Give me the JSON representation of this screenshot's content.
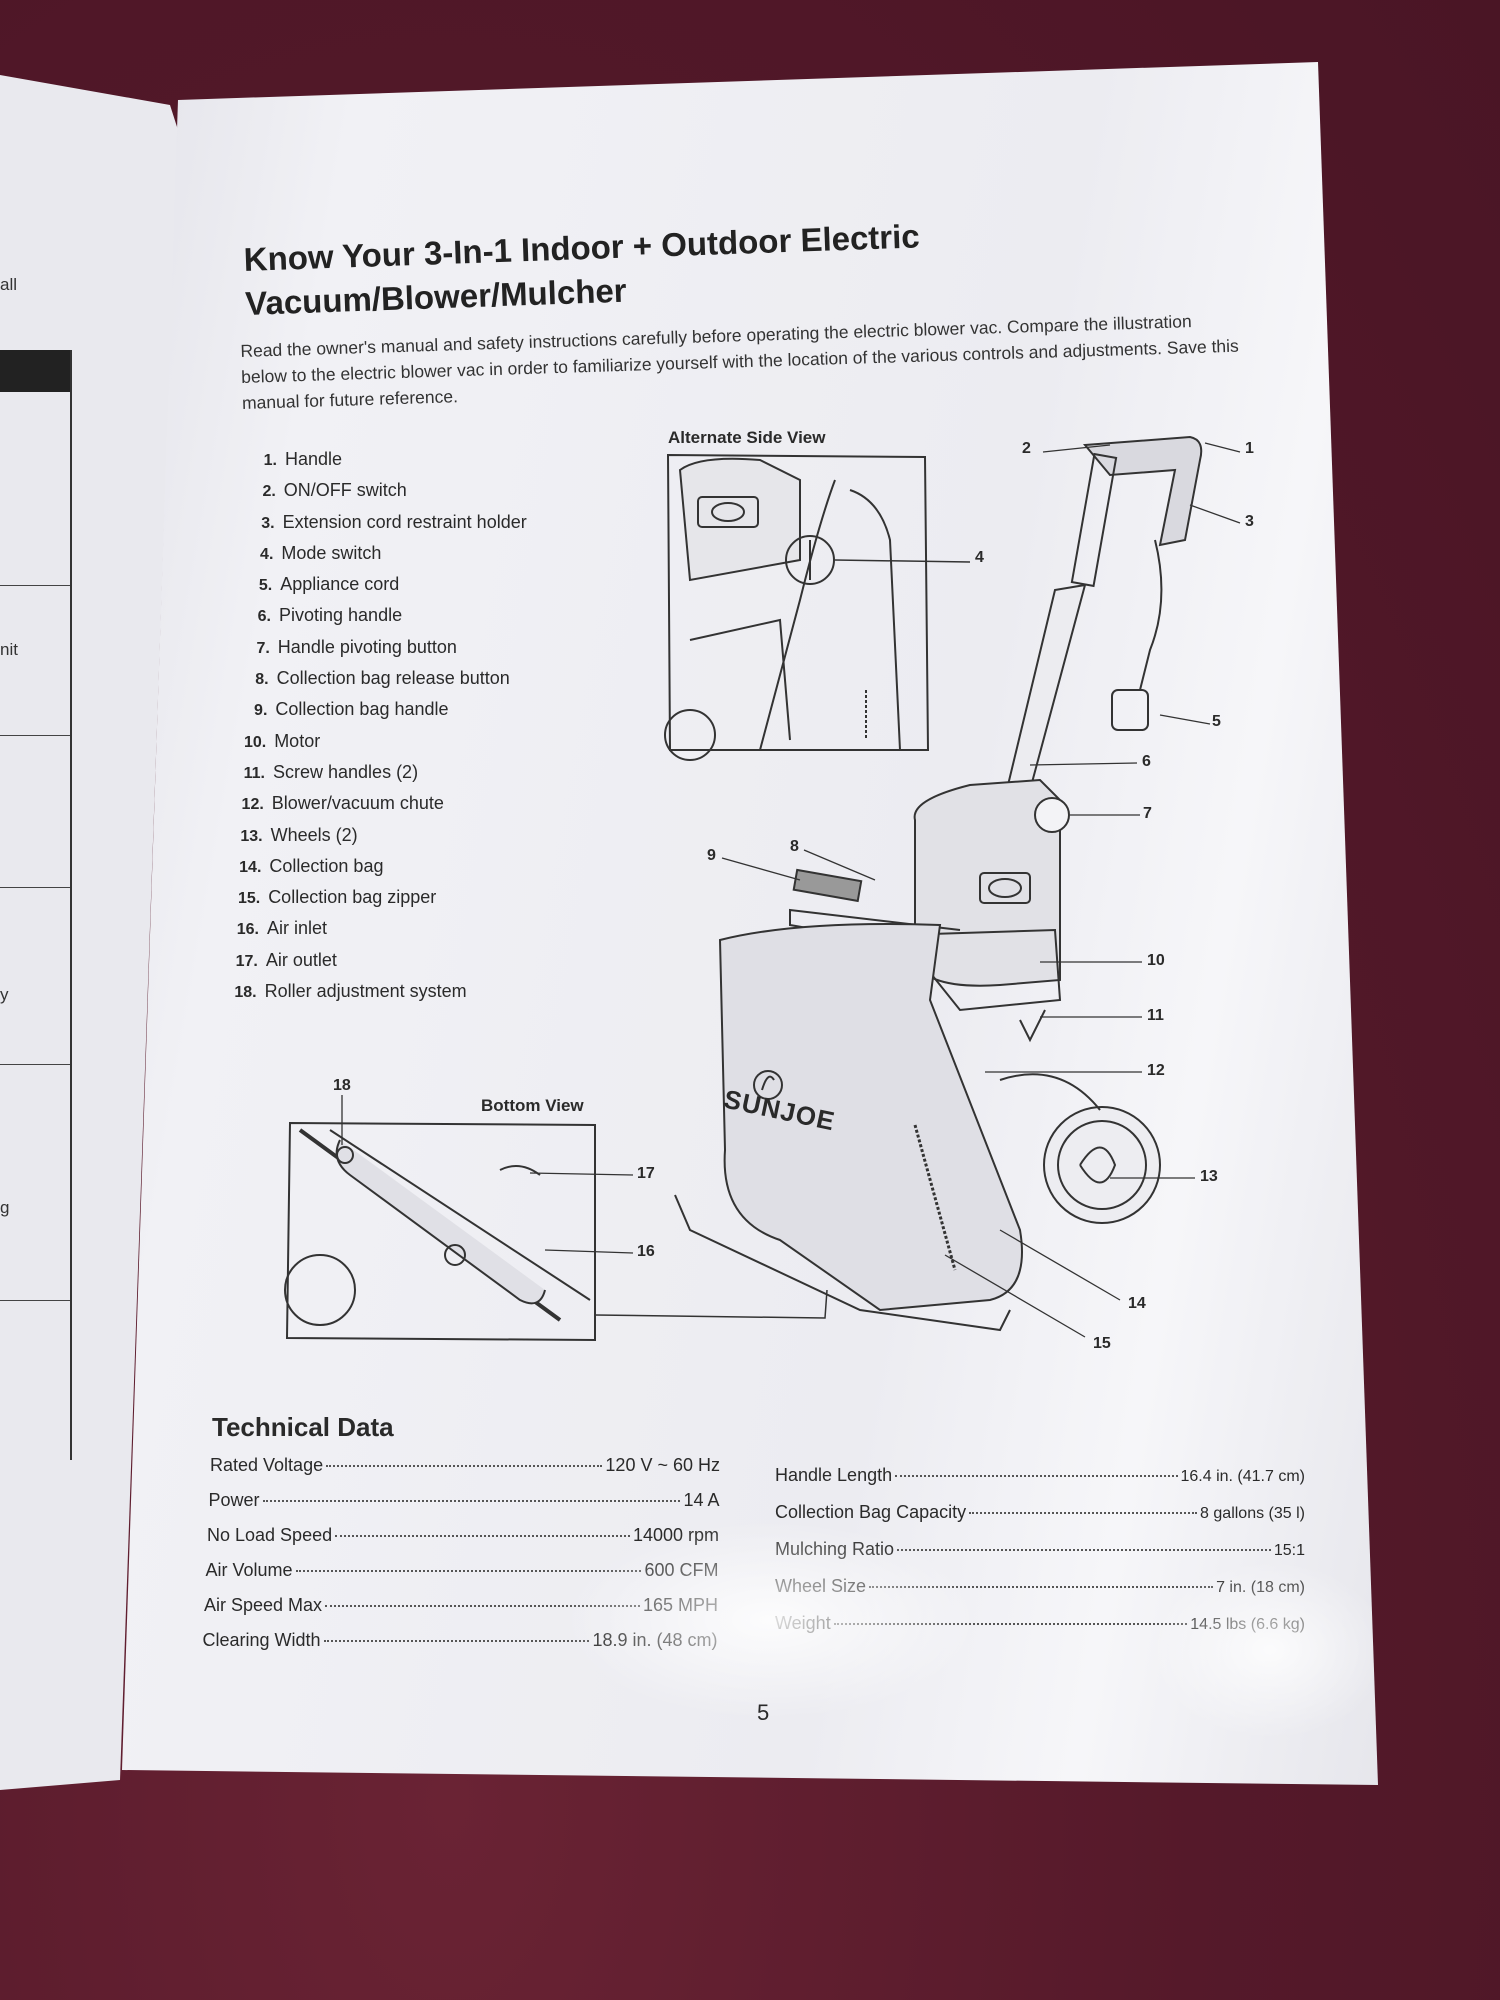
{
  "left_page": {
    "fragments": [
      "all",
      "nit",
      "y",
      "g"
    ]
  },
  "title": {
    "line1": "Know Your 3-In-1 Indoor + Outdoor Electric",
    "line2": "Vacuum/Blower/Mulcher"
  },
  "intro": "Read the owner's manual and safety instructions carefully before operating the electric blower vac. Compare the illustration below to the electric blower vac in order to familiarize yourself with the location of the various controls and adjustments. Save this manual for future reference.",
  "parts": [
    {
      "n": "1.",
      "label": "Handle"
    },
    {
      "n": "2.",
      "label": "ON/OFF switch"
    },
    {
      "n": "3.",
      "label": "Extension cord restraint holder"
    },
    {
      "n": "4.",
      "label": "Mode switch"
    },
    {
      "n": "5.",
      "label": "Appliance cord"
    },
    {
      "n": "6.",
      "label": "Pivoting handle"
    },
    {
      "n": "7.",
      "label": "Handle pivoting button"
    },
    {
      "n": "8.",
      "label": "Collection bag release button"
    },
    {
      "n": "9.",
      "label": "Collection bag handle"
    },
    {
      "n": "10.",
      "label": "Motor"
    },
    {
      "n": "11.",
      "label": "Screw handles (2)"
    },
    {
      "n": "12.",
      "label": "Blower/vacuum chute"
    },
    {
      "n": "13.",
      "label": "Wheels (2)"
    },
    {
      "n": "14.",
      "label": "Collection bag"
    },
    {
      "n": "15.",
      "label": "Collection bag zipper"
    },
    {
      "n": "16.",
      "label": "Air inlet"
    },
    {
      "n": "17.",
      "label": "Air outlet"
    },
    {
      "n": "18.",
      "label": "Roller adjustment system"
    }
  ],
  "diagram": {
    "alternate_side_view_label": "Alternate Side View",
    "bottom_view_label": "Bottom View",
    "brand_logo_text": "SUNJOE",
    "callouts": [
      "1",
      "2",
      "3",
      "4",
      "5",
      "6",
      "7",
      "8",
      "9",
      "10",
      "11",
      "12",
      "13",
      "14",
      "15",
      "16",
      "17",
      "18"
    ]
  },
  "technical_data": {
    "title": "Technical Data",
    "left": [
      {
        "label": "Rated Voltage",
        "value": "120 V ~ 60 Hz"
      },
      {
        "label": "Power",
        "value": "14 A"
      },
      {
        "label": "No Load Speed",
        "value": "14000 rpm"
      },
      {
        "label": "Air Volume",
        "value": "600 CFM"
      },
      {
        "label": "Air Speed Max",
        "value": "165 MPH"
      },
      {
        "label": "Clearing Width",
        "value": "18.9 in. (48 cm)"
      }
    ],
    "right": [
      {
        "label": "Handle Length",
        "value": "16.4 in. (41.7 cm)"
      },
      {
        "label": "Collection Bag Capacity",
        "value": "8 gallons (35 l)"
      },
      {
        "label": "Mulching Ratio",
        "value": "15:1"
      },
      {
        "label": "Wheel Size",
        "value": "7 in. (18 cm)"
      },
      {
        "label": "Weight",
        "value": "14.5 lbs (6.6 kg)"
      }
    ]
  },
  "page_number": "5"
}
